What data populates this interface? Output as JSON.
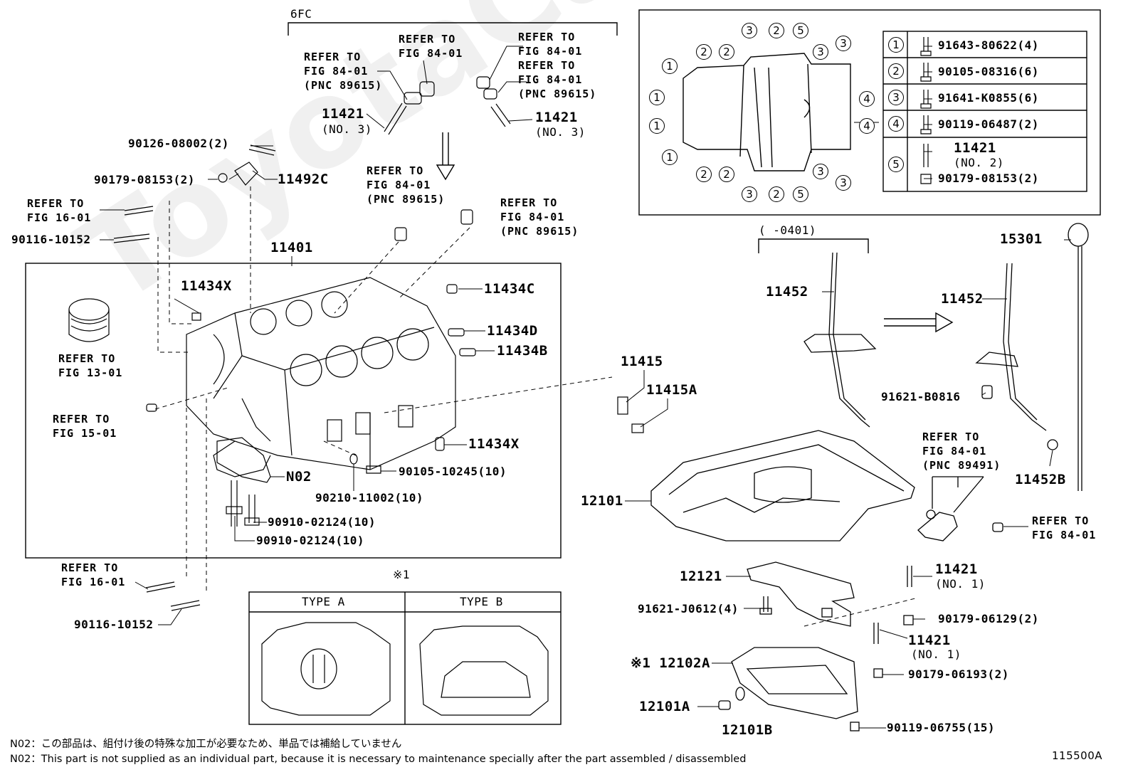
{
  "watermark": "ToyotaCarMine.com",
  "figure_code": "115500A",
  "header_6fc": "6FC",
  "bracket_date": "(  -0401)",
  "refs": {
    "r1": "REFER TO\nFIG 84-01",
    "r2": "REFER TO\nFIG 84-01\n(PNC 89615)",
    "r3": "REFER TO\nFIG 84-01\nREFER TO\nFIG 84-01\n(PNC 89615)",
    "r4": "REFER TO\nFIG 84-01\n(PNC 89615)",
    "r5": "REFER TO\nFIG 84-01\n(PNC 89615)",
    "r6": "REFER TO\nFIG 16-01",
    "r7": "REFER TO\nFIG 13-01",
    "r8": "REFER TO\nFIG 15-01",
    "r9": "REFER TO\nFIG 16-01",
    "r10": "REFER TO\nFIG 84-01\n(PNC 89491)",
    "r11": "REFER TO\nFIG 84-01"
  },
  "parts": {
    "p11421a": "11421",
    "p11421a_sub": "(NO. 3)",
    "p11421b": "11421",
    "p11421b_sub": "(NO. 3)",
    "p90126": "90126-08002(2)",
    "p90179a": "90179-08153(2)",
    "p11492c": "11492C",
    "p90116a": "90116-10152",
    "p11401": "11401",
    "p11434x_a": "11434X",
    "p11434c": "11434C",
    "p11434d": "11434D",
    "p11434b": "11434B",
    "p11415": "11415",
    "p11415a": "11415A",
    "p11434x_b": "11434X",
    "p90105": "90105-10245(10)",
    "pN02": "N02",
    "p90210": "90210-11002(10)",
    "p90910a": "90910-02124(10)",
    "p90910b": "90910-02124(10)",
    "p90116b": "90116-10152",
    "p11452a": "11452",
    "p11452b": "11452",
    "p15301": "15301",
    "p91621b": "91621-B0816",
    "p11452bb": "11452B",
    "p12101": "12101",
    "p12121": "12121",
    "p91621j": "91621-J0612(4)",
    "p11421c": "11421",
    "p11421c_sub": "(NO. 1)",
    "p90179b": "90179-06129(2)",
    "p11421d": "11421",
    "p11421d_sub": "(NO. 1)",
    "p12102a": "※1 12102A",
    "p90179c": "90179-06193(2)",
    "p12101a": "12101A",
    "p12101b": "12101B",
    "p90119": "90119-06755(15)"
  },
  "type_table": {
    "mark": "※1",
    "type_a": "TYPE A",
    "type_b": "TYPE B"
  },
  "legend": [
    {
      "num": "1",
      "part": "91643-80622(4)"
    },
    {
      "num": "2",
      "part": "90105-08316(6)"
    },
    {
      "num": "3",
      "part": "91641-K0855(6)"
    },
    {
      "num": "4",
      "part": "90119-06487(2)"
    },
    {
      "num": "5",
      "part": "11421",
      "sub": "(NO. 2)",
      "part2": "90179-08153(2)"
    }
  ],
  "notes": {
    "jp": "N02：この部品は、組付け後の特殊な加工が必要なため、単品では補給していません",
    "en": "N02：This part is not supplied as an individual part, because it is necessary to maintenance specially after the part assembled / disassembled"
  }
}
